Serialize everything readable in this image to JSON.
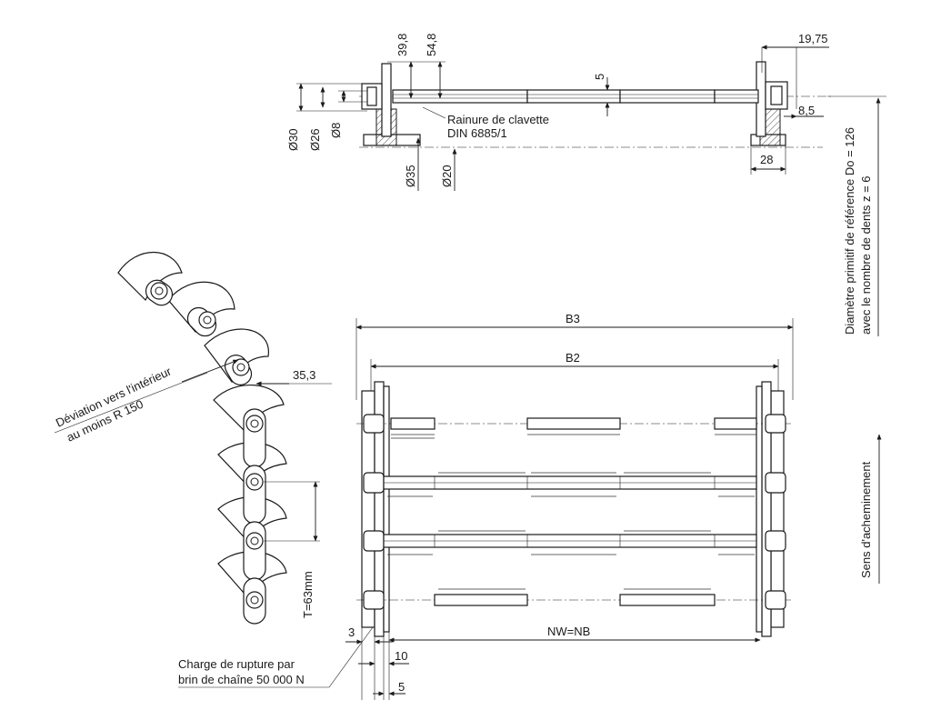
{
  "top_view": {
    "dim_39_8": "39,8",
    "dim_54_8": "54,8",
    "dim_19_75": "19,75",
    "dim_5": "5",
    "dim_8_5": "8,5",
    "dim_28": "28",
    "dia_30": "Ø30",
    "dia_26": "Ø26",
    "dia_8": "Ø8",
    "dia_35": "Ø35",
    "dia_20": "Ø20",
    "keyway_line1": "Rainure de clavette",
    "keyway_line2": "DIN 6885/1"
  },
  "side_view": {
    "deviation_line1": "Déviation vers l'intérieur",
    "deviation_line2": "au moins R 150",
    "dim_35_3": "35,3",
    "pitch": "T=63mm",
    "dim_3": "3",
    "dim_10": "10",
    "dim_5": "5",
    "break_line1": "Charge de rupture par",
    "break_line2": "brin de chaîne 50 000 N"
  },
  "front_view": {
    "b3": "B3",
    "b2": "B2",
    "nw": "NW=NB"
  },
  "right_annotations": {
    "pitch_diameter_line1": "Diamètre primitif de référence Do = 126",
    "pitch_diameter_line2": "avec le nombre de dents z = 6",
    "conveying_direction": "Sens d'acheminement"
  }
}
